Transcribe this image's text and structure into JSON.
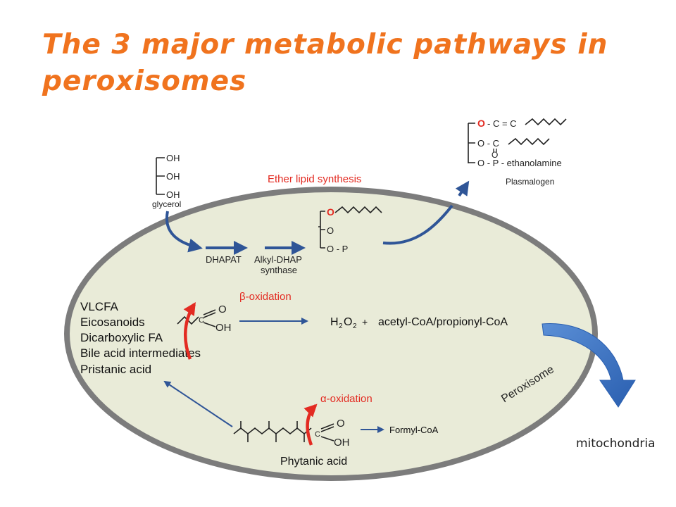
{
  "title": "The 3 major metabolic pathways in peroxisomes",
  "caption": "mitochondria",
  "colors": {
    "title": "#f0731e",
    "cell_fill": "#e9ebd8",
    "cell_border": "#7c7c7c",
    "arrow_blue": "#2f5597",
    "arrow_red": "#e32b22",
    "label_red": "#e32b22"
  },
  "glycerol": {
    "oh": [
      "OH",
      "OH",
      "OH"
    ],
    "label": "glycerol"
  },
  "ether": {
    "label": "Ether lipid synthesis",
    "enzyme1": "DHAPAT",
    "enzyme2_line1": "Alkyl-DHAP",
    "enzyme2_line2": "synthase",
    "intermediate": {
      "o_top": "O",
      "o_mid": "O",
      "o_bottom": "O - P"
    }
  },
  "plasmalogen": {
    "row1_o": "O",
    "row1_rest": "- C = C",
    "row2": "O - C",
    "row2_sub": "O",
    "row3": "O - P - ethanolamine",
    "label": "Plasmalogen"
  },
  "beta": {
    "label": "β-oxidation",
    "substrates": [
      "VLCFA",
      "Eicosanoids",
      "Dicarboxylic FA",
      "Bile acid intermediates",
      "Pristanic acid"
    ],
    "carboxyl_o": "O",
    "carboxyl_c": "C",
    "carboxyl_oh": "OH",
    "product_h2o2": "H",
    "product_sub2": "2",
    "product_o": "O",
    "product_plus": "+",
    "products": "acetyl-CoA/propionyl-CoA"
  },
  "alpha": {
    "label": "α-oxidation",
    "carboxyl_o": "O",
    "carboxyl_c": "C",
    "carboxyl_oh": "OH",
    "product": "Formyl-CoA",
    "substrate": "Phytanic acid"
  },
  "organelle_label": "Peroxisome"
}
